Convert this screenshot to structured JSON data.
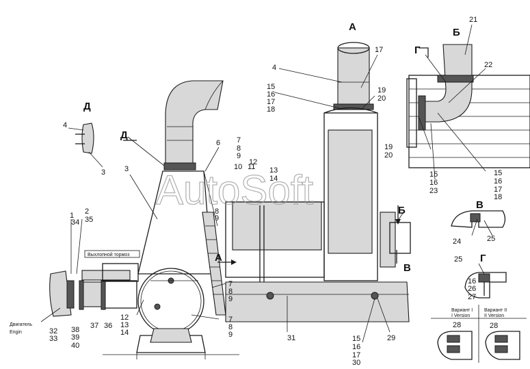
{
  "views": {
    "A_top": "А",
    "A_arrow": "А",
    "B_view": "Б",
    "B_arrow": "Б",
    "V_arrow": "В",
    "V_view": "В",
    "G_view": "Г",
    "G_arrow": "Г",
    "D_view": "Д",
    "D_arrow": "Д"
  },
  "texts": {
    "exhaust_brake": "Выхлопной тормоз",
    "engine_ru": "Двигатель",
    "engine_en": "Engin",
    "variant1_ru": "Вариант I",
    "variant1_en": "I Version",
    "variant2_ru": "Вариант II",
    "variant2_en": "II Version",
    "watermark": "AutoSoft"
  },
  "part_labels": {
    "p21": "21",
    "pA_17": "17",
    "pA_4": "4",
    "pA_15": "15",
    "pA_16": "16",
    "pA_17b": "17",
    "pA_18": "18",
    "pA_19": "19",
    "pA_20": "20",
    "pB_22": "22",
    "pB_19": "19",
    "pB_20": "20",
    "pB_15": "15",
    "pB_16": "16",
    "pB_17": "17",
    "pB_18": "18",
    "pB_15b": "15",
    "pB_16b": "16",
    "pB_23": "23",
    "pD_4": "4",
    "pD_3": "3",
    "pM_6": "6",
    "pM_7": "7",
    "pM_8": "8",
    "pM_9": "9",
    "pM_10": "10",
    "pM_11": "11",
    "pM_12": "12",
    "pM_13": "13",
    "pM_14": "14",
    "pM_3": "3",
    "pM_2": "2",
    "pM_1": "1",
    "pM_34": "34",
    "pM_35": "35",
    "pM_8b": "8",
    "pM_9b": "9",
    "pM_7b": "7",
    "pM_8c": "8",
    "pM_9c": "9",
    "pM_7c": "7",
    "pM_8d": "8",
    "pM_9d": "9",
    "pM_12b": "12",
    "pM_13b": "13",
    "pM_14b": "14",
    "pM_32": "32",
    "pM_33": "33",
    "pM_38": "38",
    "pM_39": "39",
    "pM_40": "40",
    "pM_37": "37",
    "pM_36": "36",
    "pR_31": "31",
    "pR_15": "15",
    "pR_16": "16",
    "pR_17": "17",
    "pR_30": "30",
    "pR_29": "29",
    "pV_24": "24",
    "pV_25": "25",
    "pG_25": "25",
    "pG_16": "16",
    "pG_26": "26",
    "pG_27": "27",
    "pW_28a": "28",
    "pW_28b": "28"
  },
  "colors": {
    "line": "#1a1a1a",
    "shade": "#d8d8d8",
    "watermark": "#9a9a9a"
  }
}
